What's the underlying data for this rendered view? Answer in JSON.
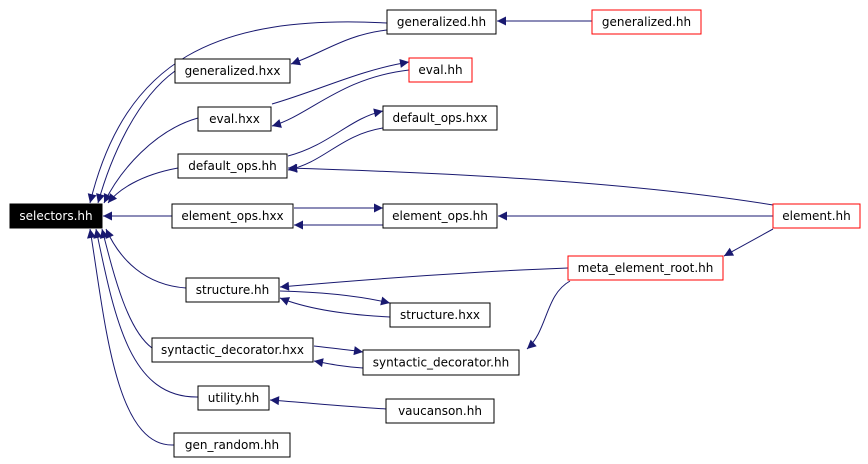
{
  "diagram": {
    "type": "include-dependency-graph",
    "colors": {
      "edge": "#191970",
      "arrowhead": "#191970",
      "root_fill": "#000000",
      "root_text": "#ffffff",
      "normal_border": "#000000",
      "external_border": "#ff0000"
    },
    "nodes": [
      {
        "id": "selectors_hh",
        "label": "selectors.hh",
        "style": "root"
      },
      {
        "id": "generalized_hh_a",
        "label": "generalized.hh",
        "style": "normal"
      },
      {
        "id": "generalized_hh_b",
        "label": "generalized.hh",
        "style": "external"
      },
      {
        "id": "generalized_hxx",
        "label": "generalized.hxx",
        "style": "normal"
      },
      {
        "id": "eval_hh",
        "label": "eval.hh",
        "style": "external"
      },
      {
        "id": "eval_hxx",
        "label": "eval.hxx",
        "style": "normal"
      },
      {
        "id": "default_ops_hxx",
        "label": "default_ops.hxx",
        "style": "normal"
      },
      {
        "id": "default_ops_hh",
        "label": "default_ops.hh",
        "style": "normal"
      },
      {
        "id": "element_ops_hxx",
        "label": "element_ops.hxx",
        "style": "normal"
      },
      {
        "id": "element_ops_hh",
        "label": "element_ops.hh",
        "style": "normal"
      },
      {
        "id": "element_hh",
        "label": "element.hh",
        "style": "external"
      },
      {
        "id": "meta_element_root_hh",
        "label": "meta_element_root.hh",
        "style": "external"
      },
      {
        "id": "structure_hh",
        "label": "structure.hh",
        "style": "normal"
      },
      {
        "id": "structure_hxx",
        "label": "structure.hxx",
        "style": "normal"
      },
      {
        "id": "syntactic_decorator_hxx",
        "label": "syntactic_decorator.hxx",
        "style": "normal"
      },
      {
        "id": "syntactic_decorator_hh",
        "label": "syntactic_decorator.hh",
        "style": "normal"
      },
      {
        "id": "utility_hh",
        "label": "utility.hh",
        "style": "normal"
      },
      {
        "id": "vaucanson_hh",
        "label": "vaucanson.hh",
        "style": "normal"
      },
      {
        "id": "gen_random_hh",
        "label": "gen_random.hh",
        "style": "normal"
      }
    ],
    "edges": [
      {
        "from": "generalized_hh_a",
        "to": "selectors_hh"
      },
      {
        "from": "generalized_hxx",
        "to": "selectors_hh"
      },
      {
        "from": "eval_hxx",
        "to": "selectors_hh"
      },
      {
        "from": "default_ops_hh",
        "to": "selectors_hh"
      },
      {
        "from": "element_ops_hxx",
        "to": "selectors_hh"
      },
      {
        "from": "structure_hh",
        "to": "selectors_hh"
      },
      {
        "from": "syntactic_decorator_hxx",
        "to": "selectors_hh"
      },
      {
        "from": "utility_hh",
        "to": "selectors_hh"
      },
      {
        "from": "gen_random_hh",
        "to": "selectors_hh"
      },
      {
        "from": "generalized_hh_b",
        "to": "generalized_hh_a"
      },
      {
        "from": "generalized_hh_a",
        "to": "generalized_hxx"
      },
      {
        "from": "eval_hh",
        "to": "eval_hxx"
      },
      {
        "from": "eval_hxx",
        "to": "eval_hh"
      },
      {
        "from": "default_ops_hxx",
        "to": "default_ops_hh"
      },
      {
        "from": "default_ops_hh",
        "to": "default_ops_hxx"
      },
      {
        "from": "element_hh",
        "to": "default_ops_hh"
      },
      {
        "from": "element_ops_hh",
        "to": "element_ops_hxx"
      },
      {
        "from": "element_ops_hxx",
        "to": "element_ops_hh"
      },
      {
        "from": "element_hh",
        "to": "element_ops_hh"
      },
      {
        "from": "element_hh",
        "to": "meta_element_root_hh"
      },
      {
        "from": "meta_element_root_hh",
        "to": "structure_hh"
      },
      {
        "from": "structure_hxx",
        "to": "structure_hh"
      },
      {
        "from": "structure_hh",
        "to": "structure_hxx"
      },
      {
        "from": "meta_element_root_hh",
        "to": "syntactic_decorator_hh"
      },
      {
        "from": "syntactic_decorator_hh",
        "to": "syntactic_decorator_hxx"
      },
      {
        "from": "syntactic_decorator_hxx",
        "to": "syntactic_decorator_hh"
      },
      {
        "from": "vaucanson_hh",
        "to": "utility_hh"
      }
    ]
  }
}
